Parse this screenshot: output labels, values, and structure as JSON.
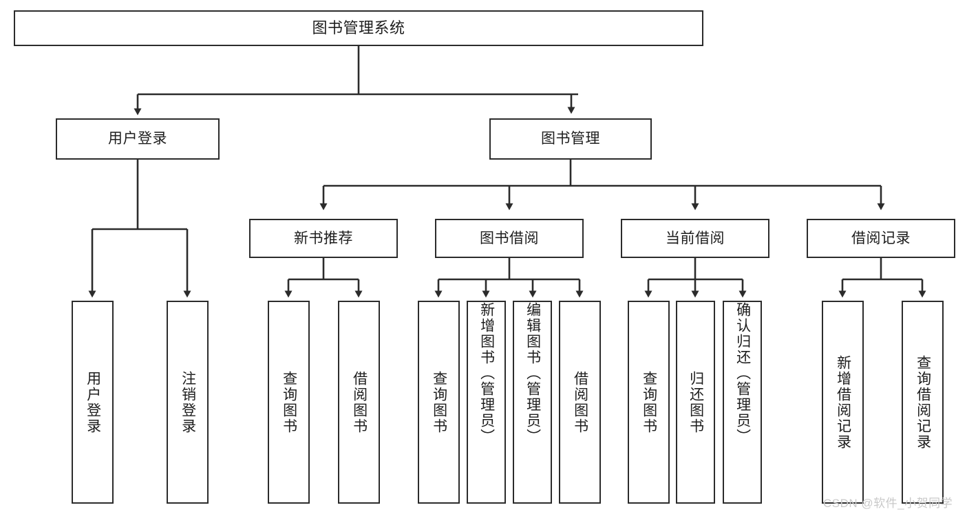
{
  "diagram": {
    "type": "tree-hierarchy-diagram",
    "title": "图书管理系统",
    "watermark": "CSDN @软件_小贺同学",
    "colors": {
      "background": "#ffffff",
      "border": "#2b2b2b",
      "text": "#1d1d1d",
      "edge": "#2b2b2b",
      "watermark": "#c9c9c9"
    },
    "nodes": {
      "root": {
        "label": "图书管理系统",
        "level": 1
      },
      "l2": [
        {
          "id": "user-login",
          "label": "用户登录",
          "level": 2
        },
        {
          "id": "book-manage",
          "label": "图书管理",
          "level": 2
        }
      ],
      "l3": [
        {
          "id": "new-book-recommend",
          "label": "新书推荐",
          "level": 3,
          "parent": "book-manage"
        },
        {
          "id": "book-borrow",
          "label": "图书借阅",
          "level": 3,
          "parent": "book-manage"
        },
        {
          "id": "current-borrow",
          "label": "当前借阅",
          "level": 3,
          "parent": "book-manage"
        },
        {
          "id": "borrow-record",
          "label": "借阅记录",
          "level": 3,
          "parent": "book-manage"
        }
      ],
      "leaves": [
        {
          "id": "leaf-user-login",
          "label": "用户登录",
          "parent": "user-login"
        },
        {
          "id": "leaf-logout",
          "label": "注销登录",
          "parent": "user-login"
        },
        {
          "id": "leaf-query-book-1",
          "label": "查询图书",
          "parent": "new-book-recommend"
        },
        {
          "id": "leaf-borrow-book-1",
          "label": "借阅图书",
          "parent": "new-book-recommend"
        },
        {
          "id": "leaf-query-book-2",
          "label": "查询图书",
          "parent": "book-borrow"
        },
        {
          "id": "leaf-add-book",
          "label": "新增图书（管理员）",
          "parent": "book-borrow"
        },
        {
          "id": "leaf-edit-book",
          "label": "编辑图书（管理员）",
          "parent": "book-borrow"
        },
        {
          "id": "leaf-borrow-book-2",
          "label": "借阅图书",
          "parent": "book-borrow"
        },
        {
          "id": "leaf-query-book-3",
          "label": "查询图书",
          "parent": "current-borrow"
        },
        {
          "id": "leaf-return-book",
          "label": "归还图书",
          "parent": "current-borrow"
        },
        {
          "id": "leaf-confirm-return",
          "label": "确认归还（管理员）",
          "parent": "current-borrow"
        },
        {
          "id": "leaf-add-record",
          "label": "新增借阅记录",
          "parent": "borrow-record"
        },
        {
          "id": "leaf-query-record",
          "label": "查询借阅记录",
          "parent": "borrow-record"
        }
      ]
    }
  }
}
